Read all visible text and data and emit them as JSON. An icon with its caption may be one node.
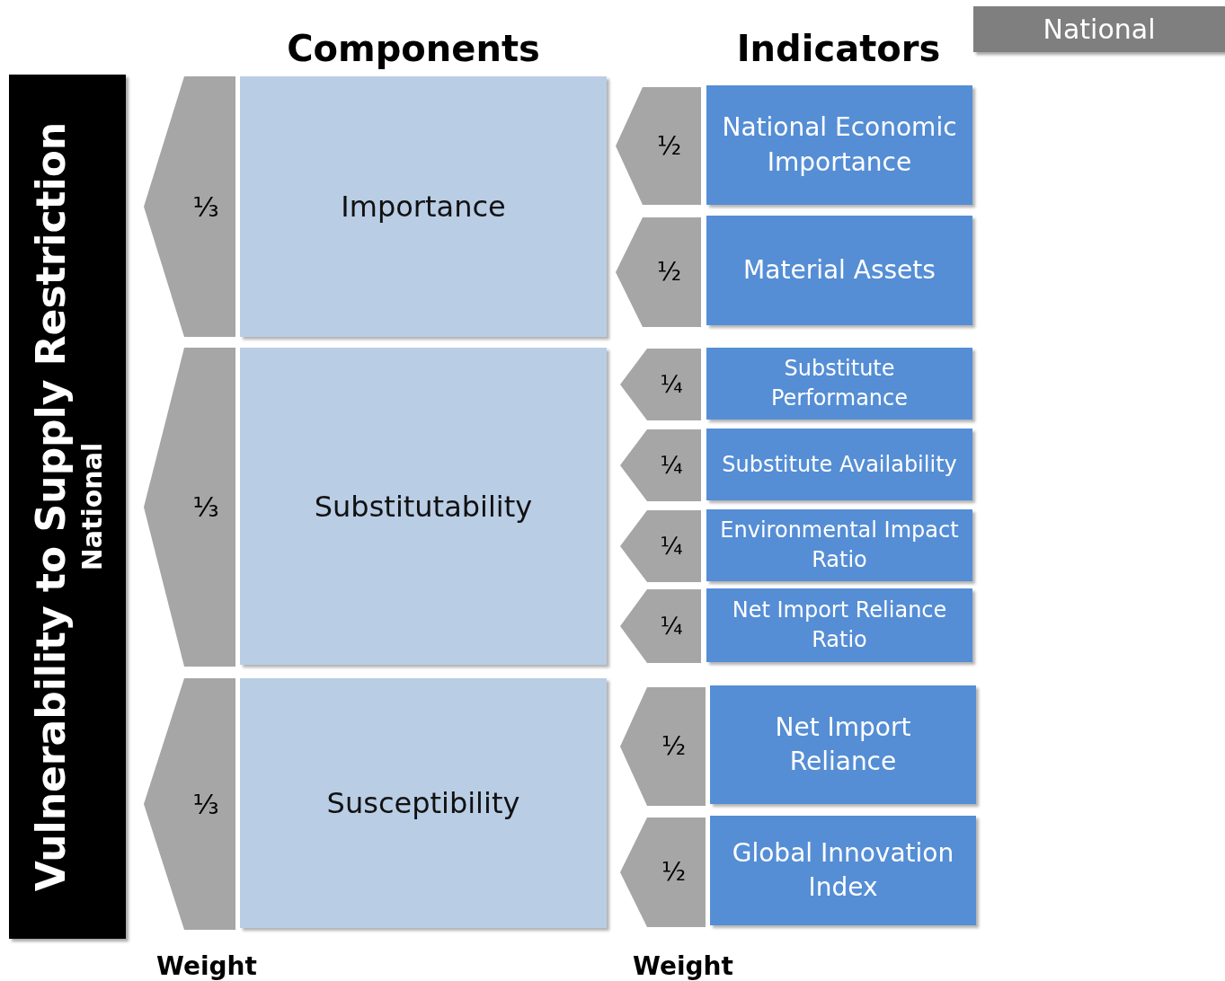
{
  "diagram": {
    "nodes": [
      {
        "text": [
          "National"
        ]
      },
      {
        "text": [
          "Vulnerability to Supply Restriction",
          "National"
        ]
      },
      {
        "text": [
          "⅓"
        ]
      },
      {
        "text": [
          "Importance"
        ]
      },
      {
        "text": [
          "½"
        ]
      },
      {
        "text": [
          "National Economic Importance"
        ]
      },
      {
        "text": [
          "½"
        ]
      },
      {
        "text": [
          "Material Assets"
        ]
      },
      {
        "text": [
          "⅓"
        ]
      },
      {
        "text": [
          "Substitutability"
        ]
      },
      {
        "text": [
          "¼"
        ]
      },
      {
        "text": [
          "Substitute Performance"
        ]
      },
      {
        "text": [
          "¼"
        ]
      },
      {
        "text": [
          "Substitute Availability"
        ]
      },
      {
        "text": [
          "¼"
        ]
      },
      {
        "text": [
          "Environmental Impact Ratio"
        ]
      },
      {
        "text": [
          "¼"
        ]
      },
      {
        "text": [
          "Net Import Reliance Ratio"
        ]
      },
      {
        "text": [
          "⅓"
        ]
      },
      {
        "text": [
          "Susceptibility"
        ]
      },
      {
        "text": [
          "½"
        ]
      },
      {
        "text": [
          "Net Import Reliance"
        ]
      },
      {
        "text": [
          "½"
        ]
      },
      {
        "text": [
          "Global Innovation Index"
        ]
      }
    ],
    "labels": [
      "Components",
      "Indicators",
      "Weight",
      "Weight"
    ]
  }
}
